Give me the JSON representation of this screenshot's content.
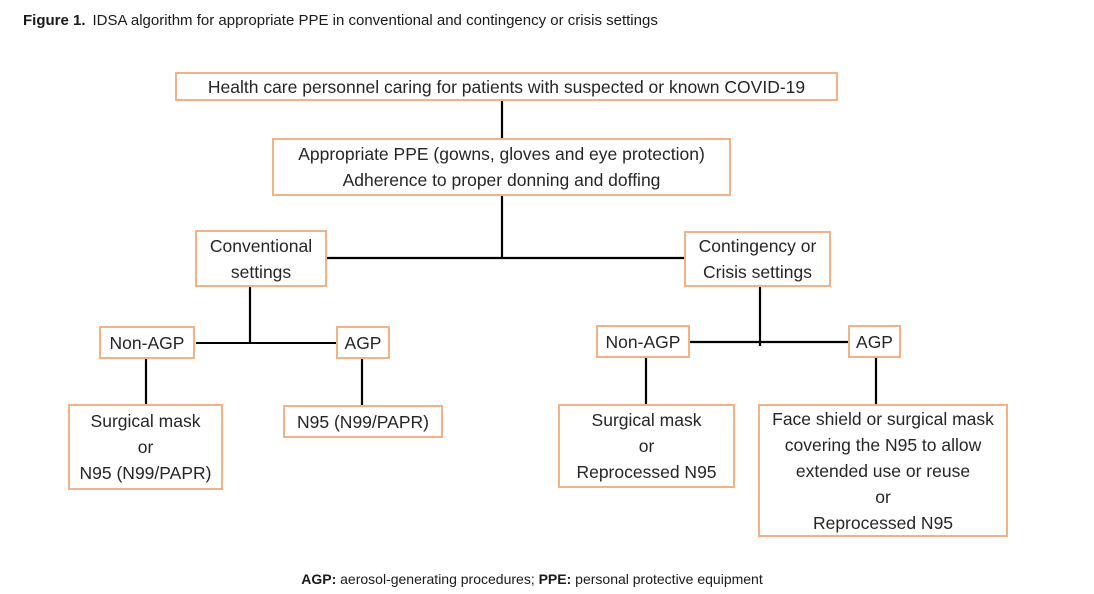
{
  "title": {
    "label": "Figure 1.",
    "caption": "IDSA algorithm for appropriate PPE in conventional and contingency or crisis settings"
  },
  "colors": {
    "box_border": "#F4B183",
    "connector_line": "#000000",
    "text": "#262626"
  },
  "nodes": {
    "hcp": {
      "lines": [
        "Health care personnel caring for patients with suspected or known COVID-19"
      ]
    },
    "ppe": {
      "lines": [
        "Appropriate PPE (gowns, gloves and eye protection)",
        "Adherence to proper donning and doffing"
      ]
    },
    "conventional": {
      "lines": [
        "Conventional",
        "settings"
      ]
    },
    "contingency": {
      "lines": [
        "Contingency or",
        "Crisis settings"
      ]
    },
    "non_agp_left": {
      "lines": [
        "Non-AGP"
      ]
    },
    "agp_left": {
      "lines": [
        "AGP"
      ]
    },
    "non_agp_right": {
      "lines": [
        "Non-AGP"
      ]
    },
    "agp_right": {
      "lines": [
        "AGP"
      ]
    },
    "surgical_left": {
      "lines": [
        "Surgical mask",
        "or",
        "N95 (N99/PAPR)"
      ]
    },
    "n95_left": {
      "lines": [
        "N95 (N99/PAPR)"
      ]
    },
    "surgical_right": {
      "lines": [
        "Surgical mask",
        "or",
        "Reprocessed N95"
      ]
    },
    "faceshield_right": {
      "lines": [
        "Face shield or surgical mask",
        "covering the N95 to allow",
        "extended use or reuse",
        "or",
        "Reprocessed N95"
      ]
    }
  },
  "footnote": {
    "agp_term": "AGP:",
    "agp_def": " aerosol-generating procedures; ",
    "ppe_term": "PPE:",
    "ppe_def": " personal protective equipment"
  }
}
